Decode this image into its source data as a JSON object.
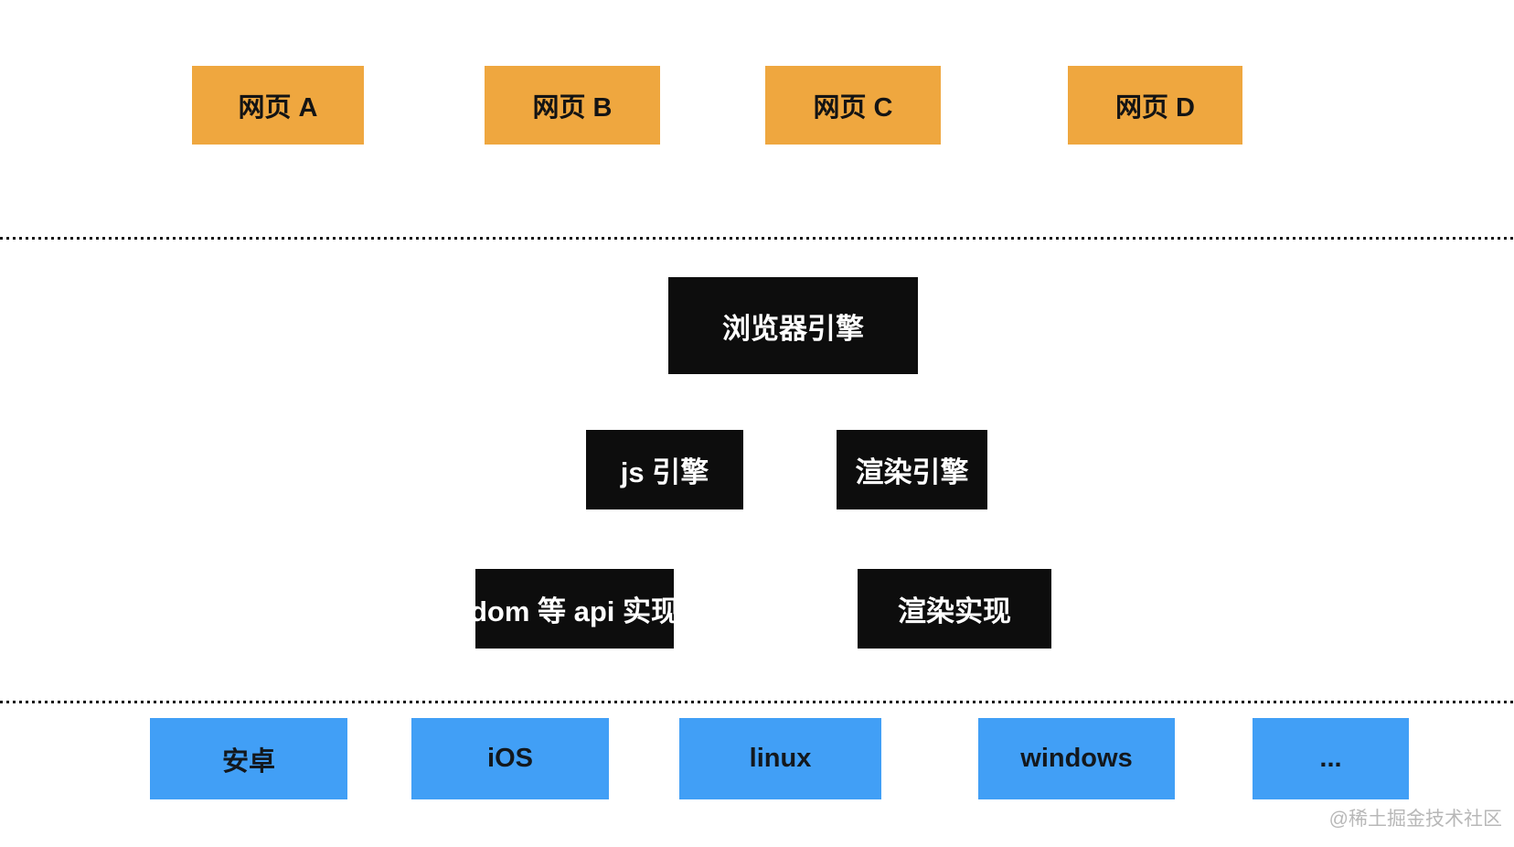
{
  "diagram": {
    "web_layer": {
      "items": [
        {
          "label": "网页 A"
        },
        {
          "label": "网页 B"
        },
        {
          "label": "网页 C"
        },
        {
          "label": "网页 D"
        }
      ]
    },
    "engine_layer": {
      "browser_engine": "浏览器引擎",
      "js_engine": "js 引擎",
      "render_engine": "渲染引擎",
      "dom_api_impl": "dom 等 api 实现",
      "render_impl": "渲染实现"
    },
    "os_layer": {
      "items": [
        {
          "label": "安卓"
        },
        {
          "label": "iOS"
        },
        {
          "label": "linux"
        },
        {
          "label": "windows"
        },
        {
          "label": "..."
        }
      ]
    },
    "watermark": "@稀土掘金技术社区",
    "colors": {
      "web_box": "#efa73f",
      "engine_box": "#0d0d0d",
      "os_box": "#419ff6",
      "dotted_line": "#161616",
      "watermark_text": "#b8b8b8"
    }
  }
}
